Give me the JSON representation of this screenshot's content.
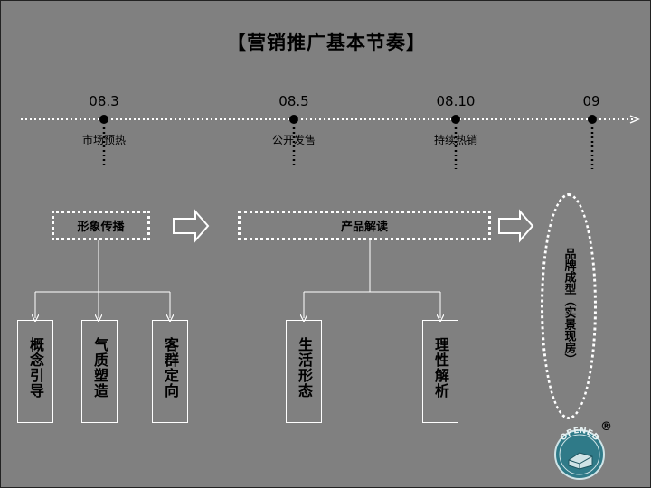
{
  "title": "【营销推广基本节奏】",
  "milestones": [
    {
      "date": "08.3",
      "label": "市场预热"
    },
    {
      "date": "08.5",
      "label": "公开发售"
    },
    {
      "date": "08.10",
      "label": "持续热销"
    },
    {
      "date": "09",
      "label": ""
    }
  ],
  "phases": {
    "image": "形象传播",
    "product": "产品解读",
    "brand": "品牌成型（实景现房）"
  },
  "sub_items": {
    "concept": "概念引导",
    "temperament": "气质塑造",
    "customer": "客群定向",
    "lifestyle": "生活形态",
    "rational": "理性解析"
  },
  "logo": {
    "text": "OPENED",
    "mark": "®"
  },
  "colors": {
    "background": "#808080",
    "lines": "#ffffff",
    "text": "#000000"
  }
}
